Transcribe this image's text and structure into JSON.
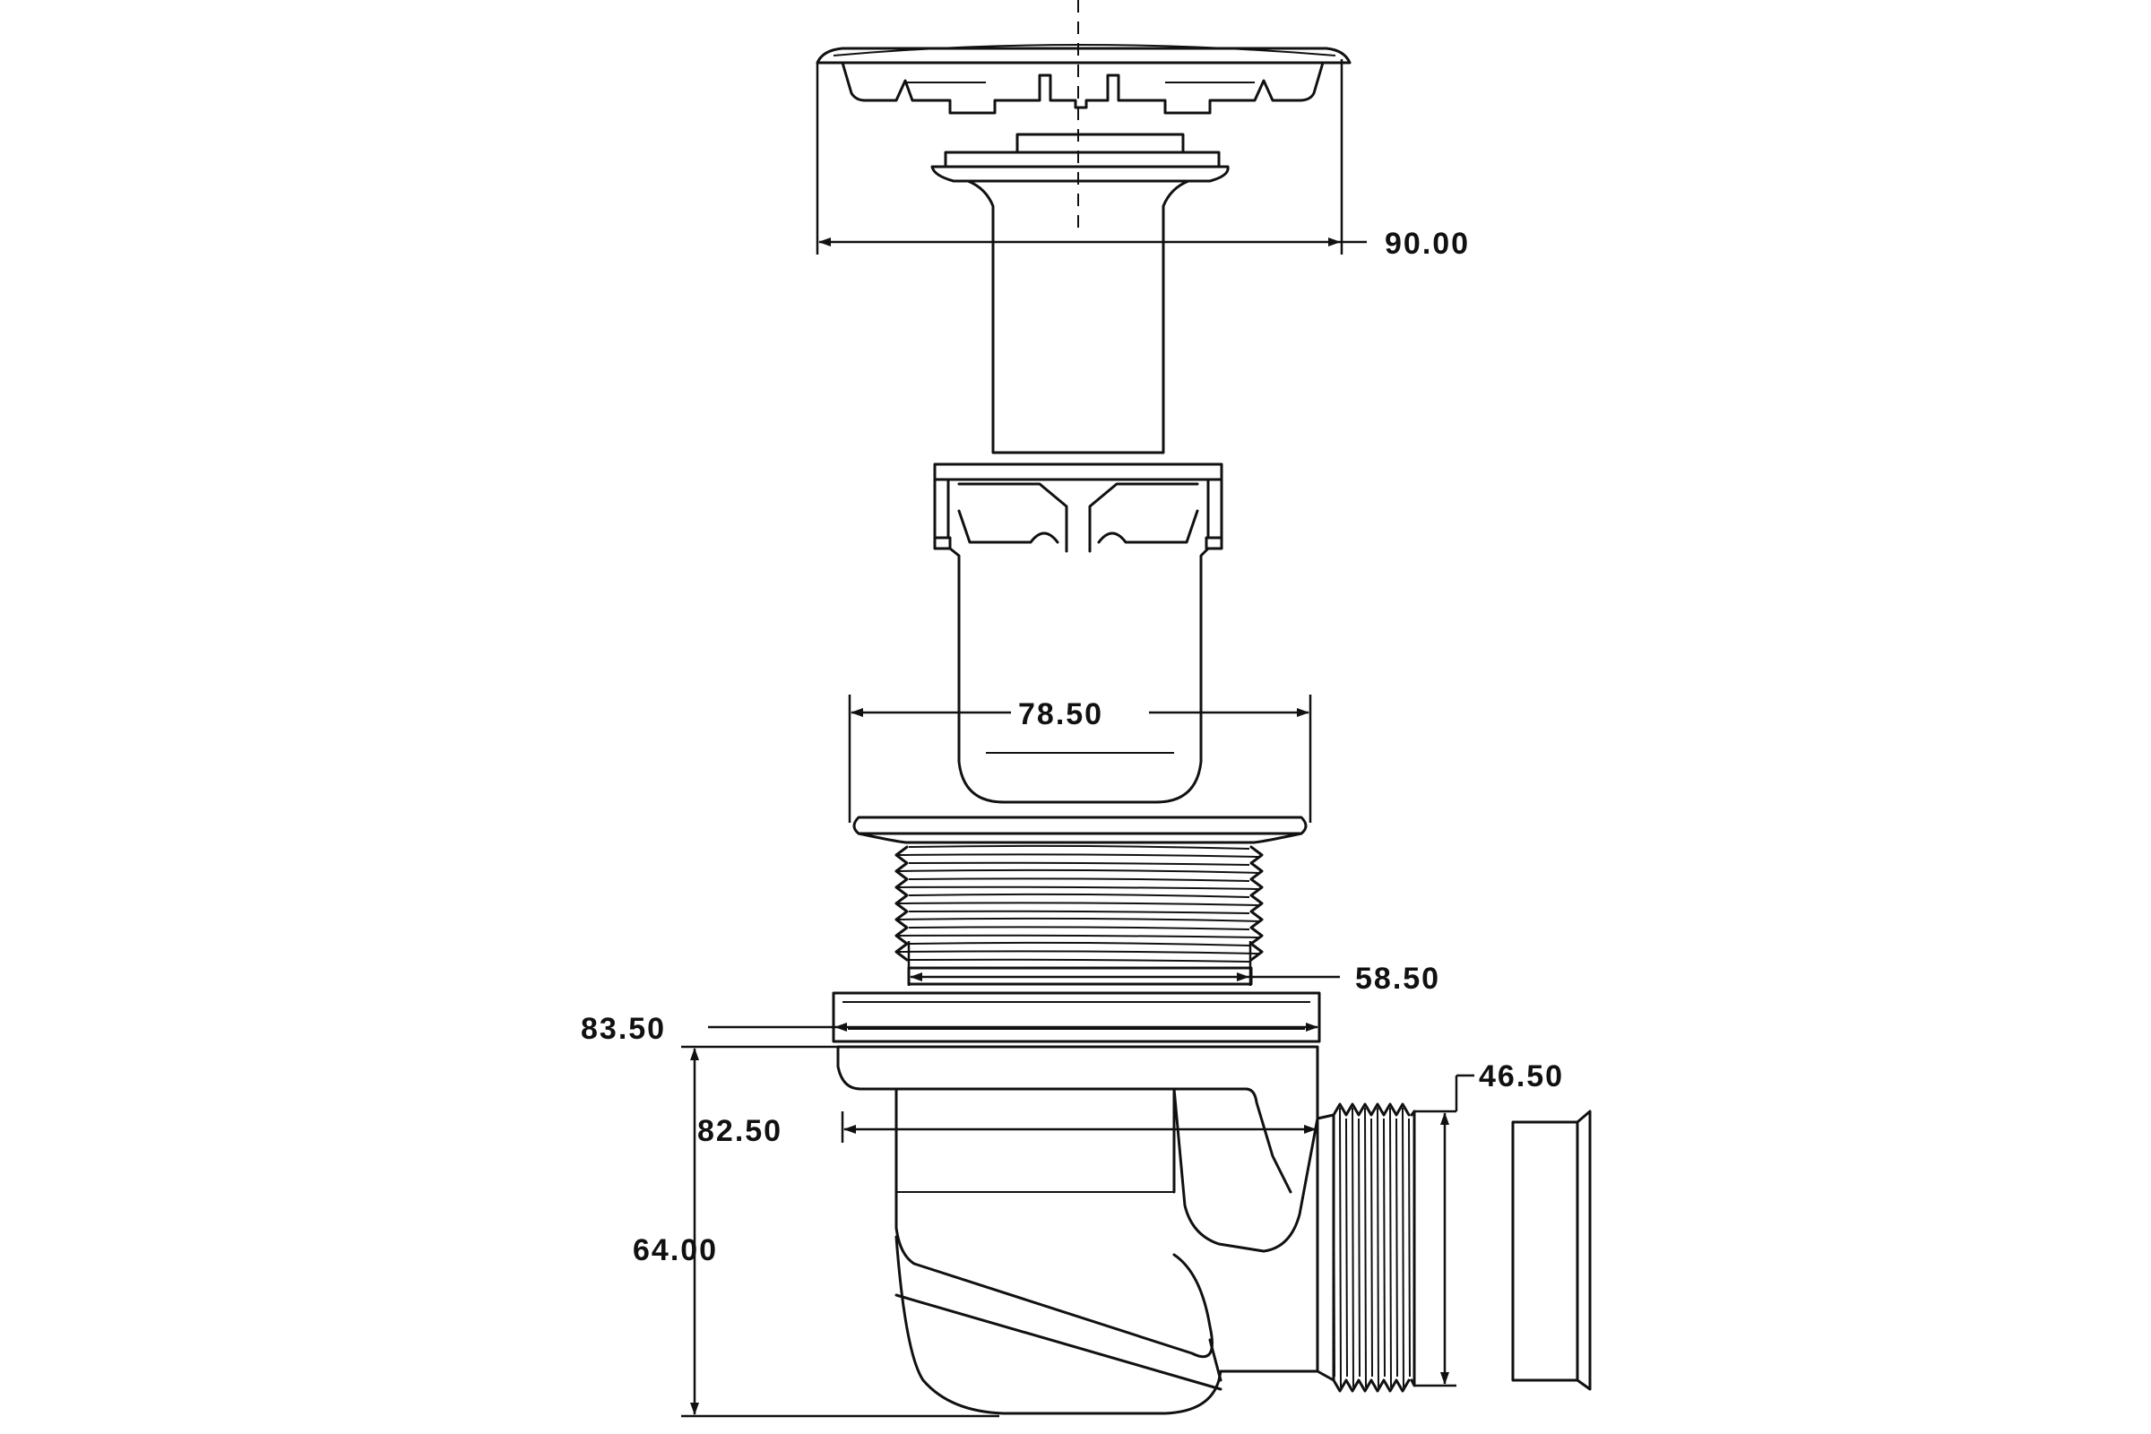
{
  "dimensions": {
    "cap_diameter": "90.00",
    "flange_width": "78.50",
    "thread_width": "58.50",
    "body_flange_width": "83.50",
    "body_width": "82.50",
    "body_height": "64.00",
    "outlet_diameter": "46.50"
  },
  "colors": {
    "line": "#111111",
    "background": "#ffffff"
  }
}
